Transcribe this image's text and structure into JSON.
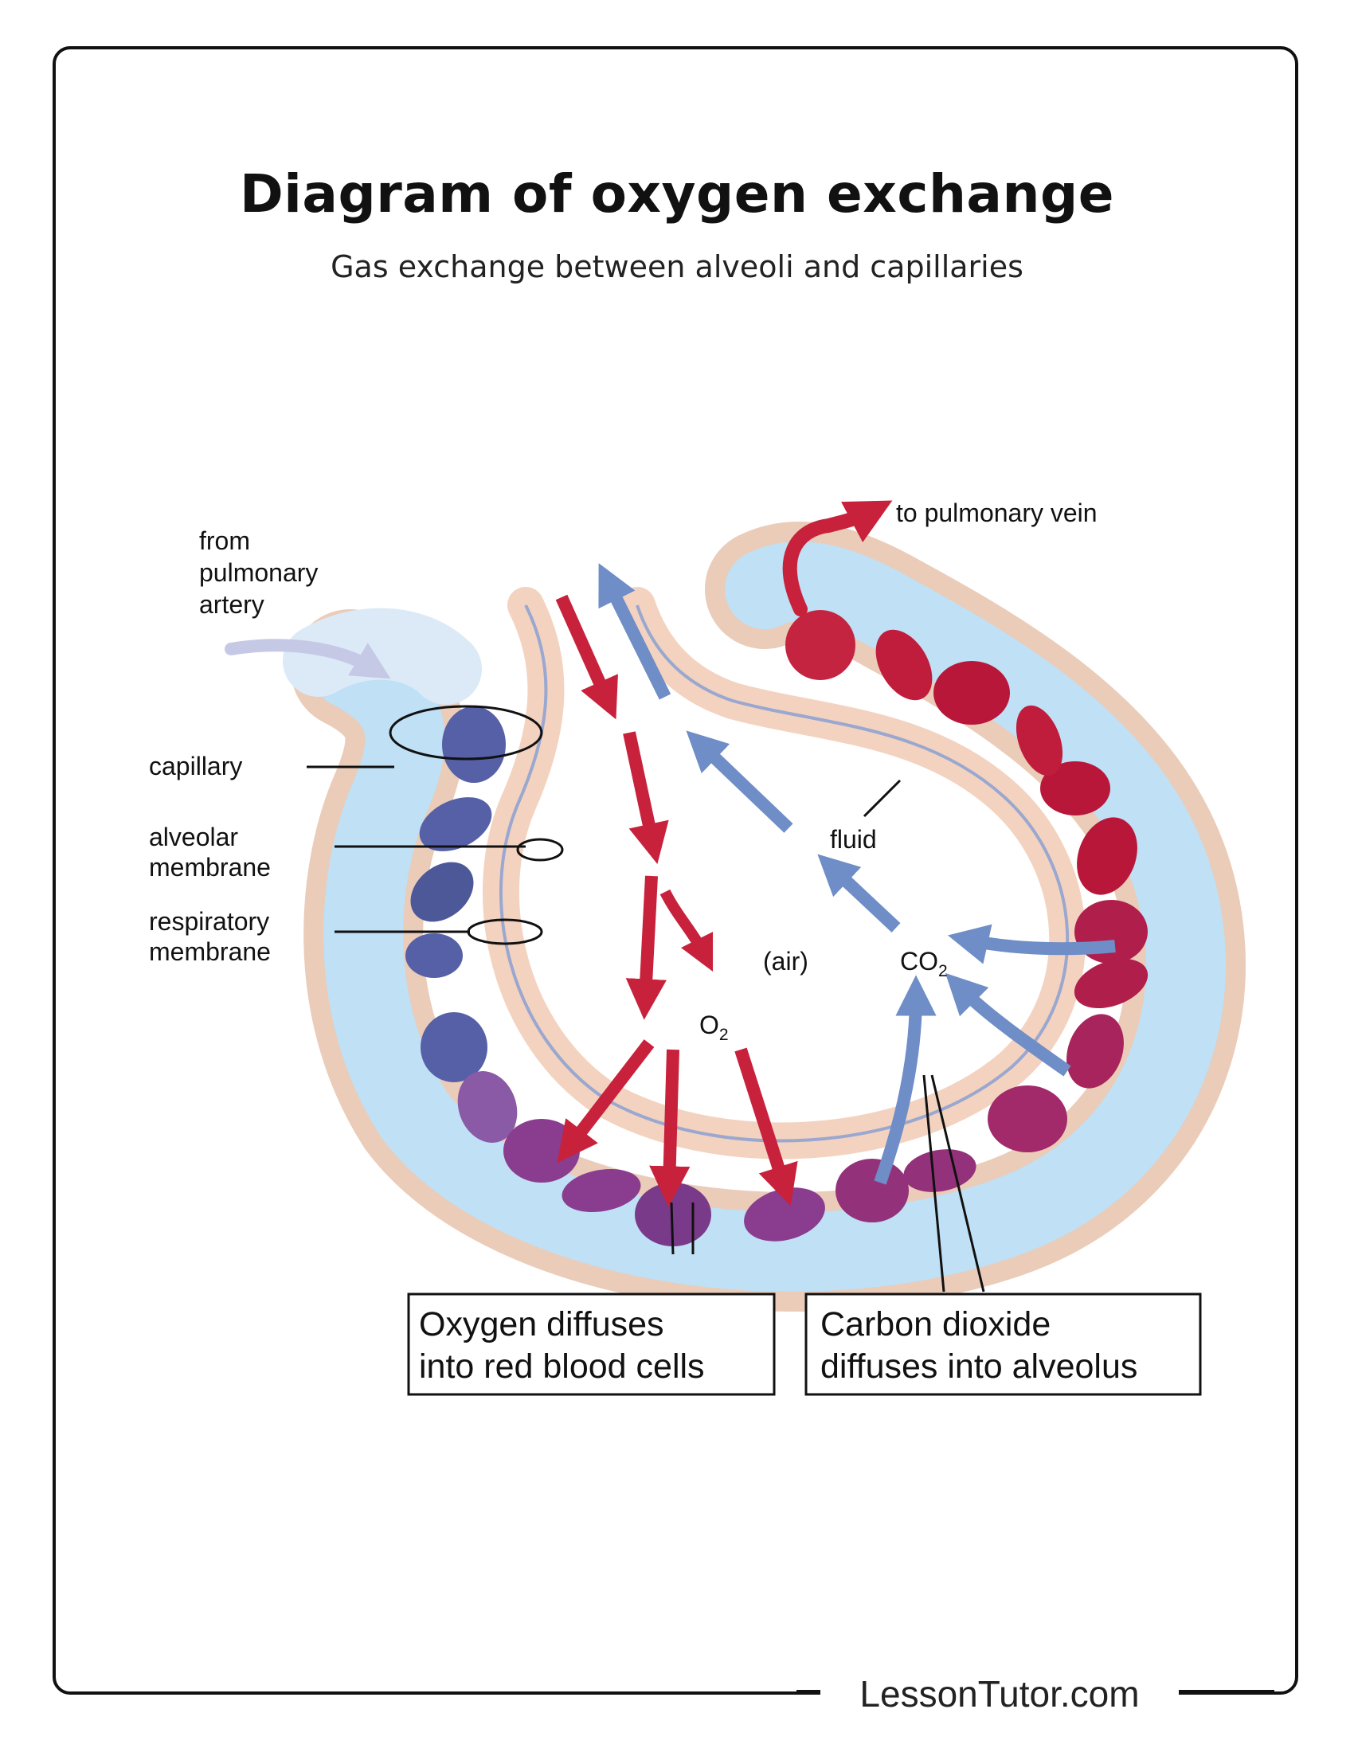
{
  "title": "Diagram of oxygen exchange",
  "subtitle": "Gas exchange between alveoli and capillaries",
  "labels": {
    "from_artery": [
      "from",
      "pulmonary",
      "artery"
    ],
    "to_vein": "to pulmonary vein",
    "capillary": "capillary",
    "alveolar_membrane": [
      "alveolar",
      "membrane"
    ],
    "respiratory_membrane": [
      "respiratory",
      "membrane"
    ],
    "fluid": "fluid",
    "air": "(air)",
    "o2_base": "O",
    "o2_sub": "2",
    "co2_base": "CO",
    "co2_sub": "2"
  },
  "callouts": {
    "oxygen": [
      "Oxygen diffuses",
      "into red blood cells"
    ],
    "carbon_dioxide": [
      "Carbon dioxide",
      "diffuses into alveolus"
    ]
  },
  "footer": "LessonTutor.com",
  "colors": {
    "oxygen_arrow": "#c8213b",
    "co2_arrow": "#6f8dc6",
    "deoxygenated_cell": "#5560a6",
    "oxygenated_cell": "#b8173a",
    "mixed_cell": "#8a3d8e",
    "capillary_fluid": "#bfe0f5",
    "membrane": "#f6d8c6"
  }
}
